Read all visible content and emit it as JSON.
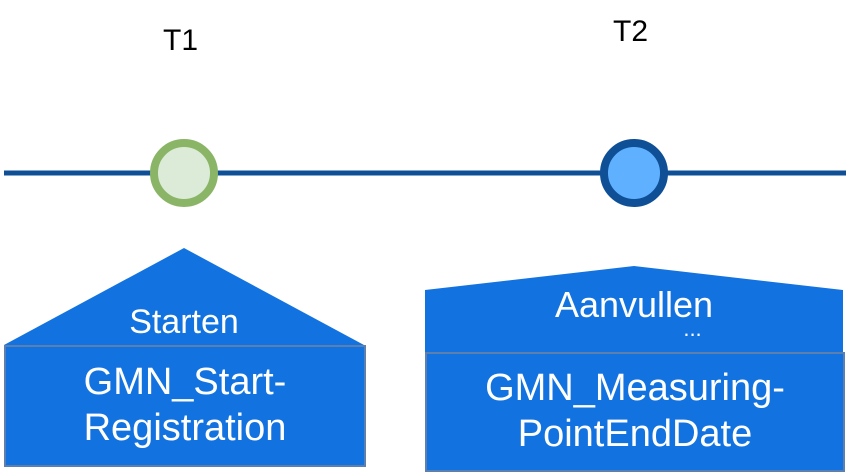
{
  "timeline": {
    "events": [
      {
        "label": "T1",
        "marker_color": "#dcebd8",
        "marker_border": "#8ab567"
      },
      {
        "label": "T2",
        "marker_color": "#5fb1ff",
        "marker_border": "#0f4f96"
      }
    ],
    "line_color": "#0f4f96"
  },
  "stages": [
    {
      "title": "Starten",
      "subtitle": "",
      "message_line1": "GMN_Start-",
      "message_line2": "Registration"
    },
    {
      "title": "Aanvullen",
      "subtitle": "...",
      "message_line1": "GMN_Measuring-",
      "message_line2": "PointEndDate"
    }
  ],
  "colors": {
    "box_fill": "#1273e0",
    "box_border": "#5b7fae"
  }
}
